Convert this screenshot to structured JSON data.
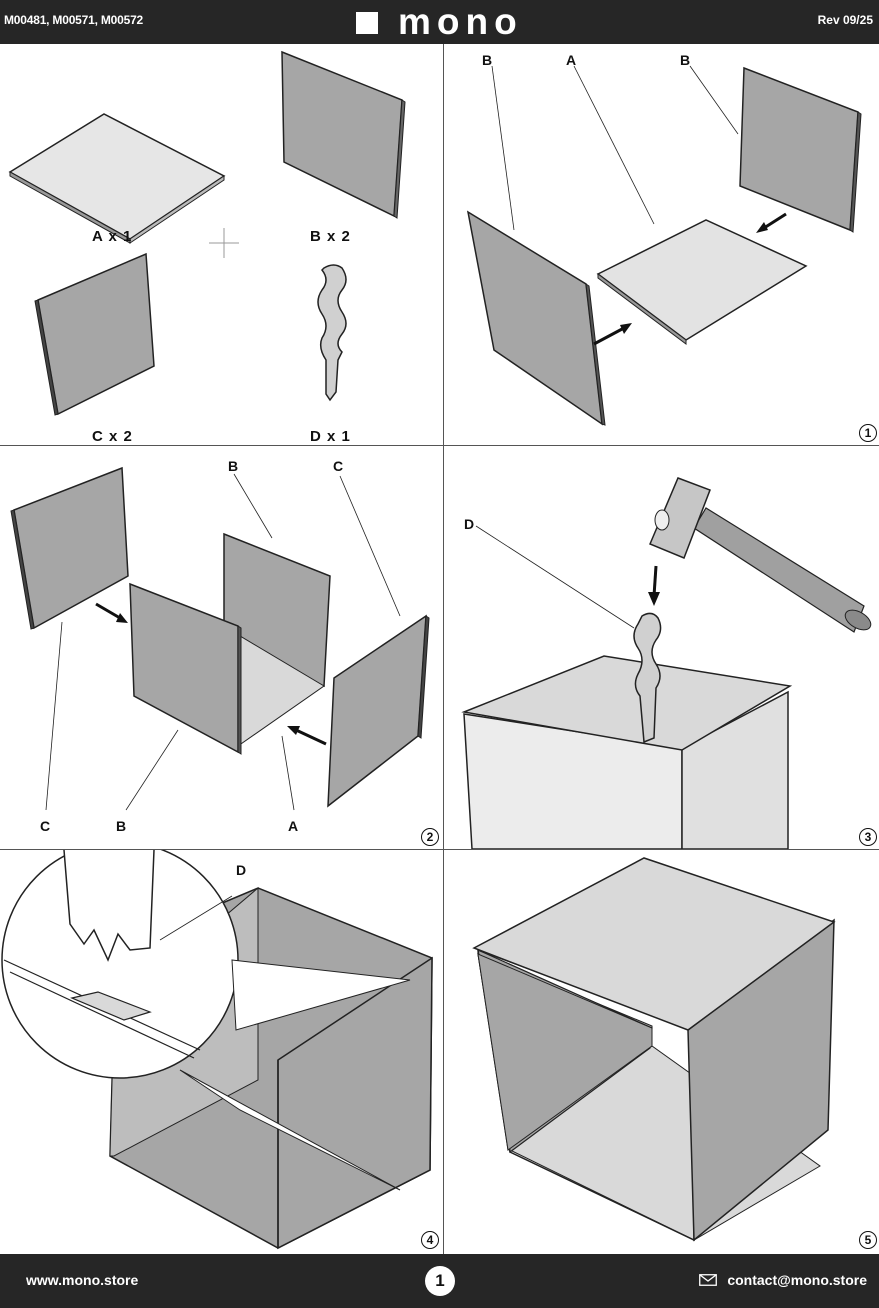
{
  "header": {
    "product_codes": "M00481, M00571, M00572",
    "brand": "mono",
    "revision": "Rev 09/25"
  },
  "parts": {
    "a": "A x 1",
    "b": "B x 2",
    "c": "C x 2",
    "d": "D x 1"
  },
  "step1": {
    "label_b_left": "B",
    "label_a": "A",
    "label_b_right": "B",
    "number": "1"
  },
  "step2": {
    "label_b_top": "B",
    "label_c_top": "C",
    "label_c_bottom": "C",
    "label_b_bottom": "B",
    "label_a": "A",
    "number": "2"
  },
  "step3": {
    "label_d": "D",
    "number": "3"
  },
  "step4": {
    "label_d": "D",
    "number": "4"
  },
  "step5": {
    "number": "5"
  },
  "footer": {
    "website": "www.mono.store",
    "page_number": "1",
    "email": "contact@mono.store",
    "mail_icon": "envelope-icon"
  },
  "colors": {
    "bar": "#262626",
    "panel_gray": "#a6a6a6",
    "panel_light": "#d9d9d9"
  }
}
